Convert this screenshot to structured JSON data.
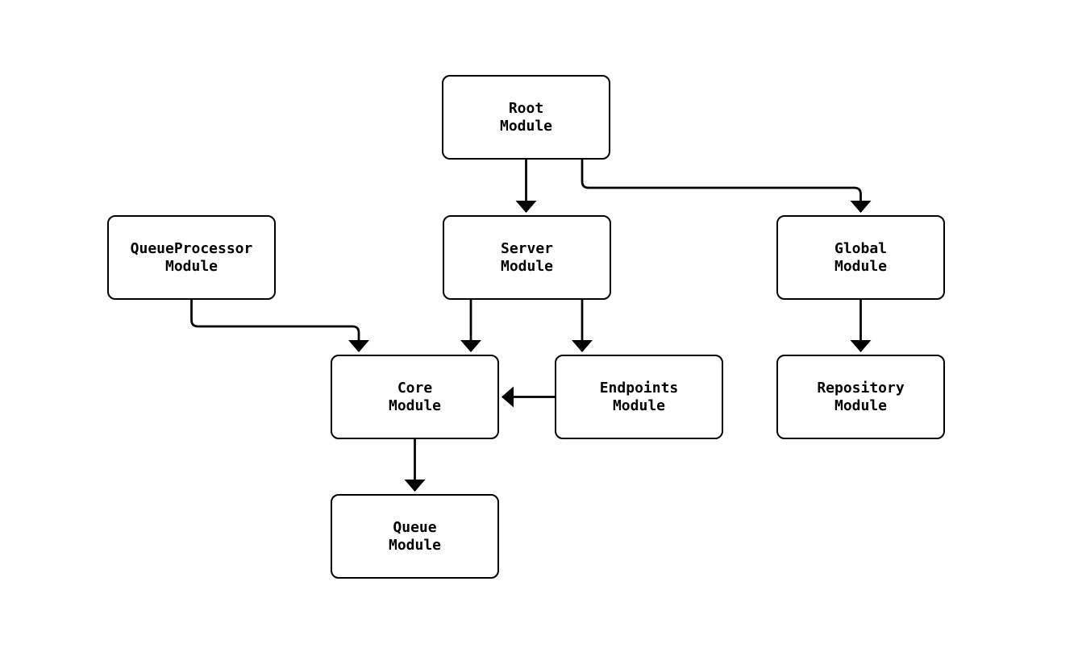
{
  "diagram": {
    "type": "flowchart",
    "background_color": "#ffffff",
    "stroke_color": "#000000",
    "text_color": "#000000",
    "nodes": [
      {
        "id": "root",
        "label": "Root\nModule"
      },
      {
        "id": "queueprocessor",
        "label": "QueueProcessor\nModule"
      },
      {
        "id": "server",
        "label": "Server\nModule"
      },
      {
        "id": "global",
        "label": "Global\nModule"
      },
      {
        "id": "core",
        "label": "Core\nModule"
      },
      {
        "id": "endpoints",
        "label": "Endpoints\nModule"
      },
      {
        "id": "repository",
        "label": "Repository\nModule"
      },
      {
        "id": "queue",
        "label": "Queue\nModule"
      }
    ],
    "edges": [
      {
        "from": "root",
        "to": "server"
      },
      {
        "from": "root",
        "to": "global"
      },
      {
        "from": "queueprocessor",
        "to": "core"
      },
      {
        "from": "server",
        "to": "core"
      },
      {
        "from": "server",
        "to": "endpoints"
      },
      {
        "from": "endpoints",
        "to": "core"
      },
      {
        "from": "global",
        "to": "repository"
      },
      {
        "from": "core",
        "to": "queue"
      }
    ]
  }
}
